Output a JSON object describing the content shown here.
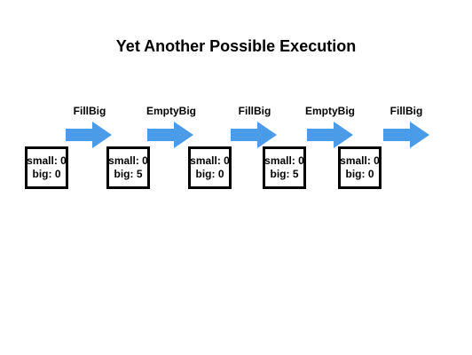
{
  "title": "Yet Another Possible Execution",
  "accent_color": "#4a9be8",
  "operations": [
    {
      "label": "FillBig"
    },
    {
      "label": "EmptyBig"
    },
    {
      "label": "FillBig"
    },
    {
      "label": "EmptyBig"
    },
    {
      "label": "FillBig"
    }
  ],
  "states": [
    {
      "small": "small: 0",
      "big": "big: 0"
    },
    {
      "small": "small: 0",
      "big": "big: 5"
    },
    {
      "small": "small: 0",
      "big": "big: 0"
    },
    {
      "small": "small: 0",
      "big": "big: 5"
    },
    {
      "small": "small: 0",
      "big": "big: 0"
    }
  ]
}
